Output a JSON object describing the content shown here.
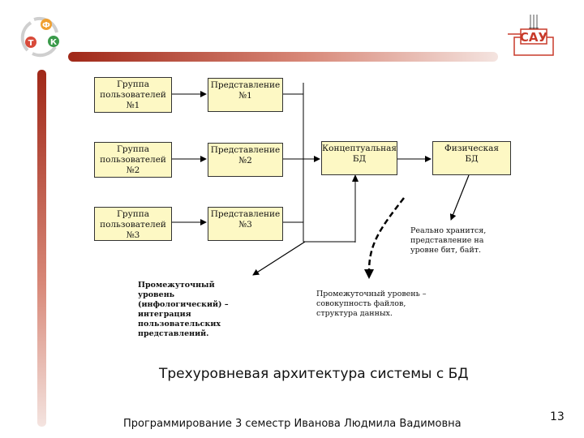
{
  "logo": {
    "letters": [
      "Ф",
      "Т",
      "К"
    ],
    "colors": [
      "#f0a030",
      "#d84a3a",
      "#3a9a4a"
    ]
  },
  "brand_logo": {
    "text": "САУ",
    "color": "#c83a2a"
  },
  "header_bar": {
    "colors": [
      "#a02818",
      "#f0d8d0"
    ]
  },
  "diagram": {
    "groups": [
      [
        "Группа",
        "пользователей",
        "№1"
      ],
      [
        "Группа",
        "пользователей",
        "№2"
      ],
      [
        "Группа",
        "пользователей",
        "№3"
      ]
    ],
    "views": [
      [
        "Представление",
        "№1"
      ],
      [
        "Представление",
        "№2"
      ],
      [
        "Представление",
        "№3"
      ]
    ],
    "conceptual_db": [
      "Концептуальная",
      "БД"
    ],
    "physical_db": [
      "Физическая",
      "БД"
    ],
    "note_physical": [
      "Реально хранится,",
      "представление на",
      "уровне бит, байт."
    ],
    "note_infological": [
      "Промежуточный",
      "уровень",
      "(инфологический) –",
      "интеграция",
      "пользовательских",
      "представлений."
    ],
    "note_intermediate": [
      "Промежуточный уровень –",
      "совокупность файлов,",
      "структура данных."
    ]
  },
  "title": "Трехуровневая архитектура системы с БД",
  "footer": "Программирование 3 семестр Иванова Людмила Вадимовна",
  "page_number": "13"
}
